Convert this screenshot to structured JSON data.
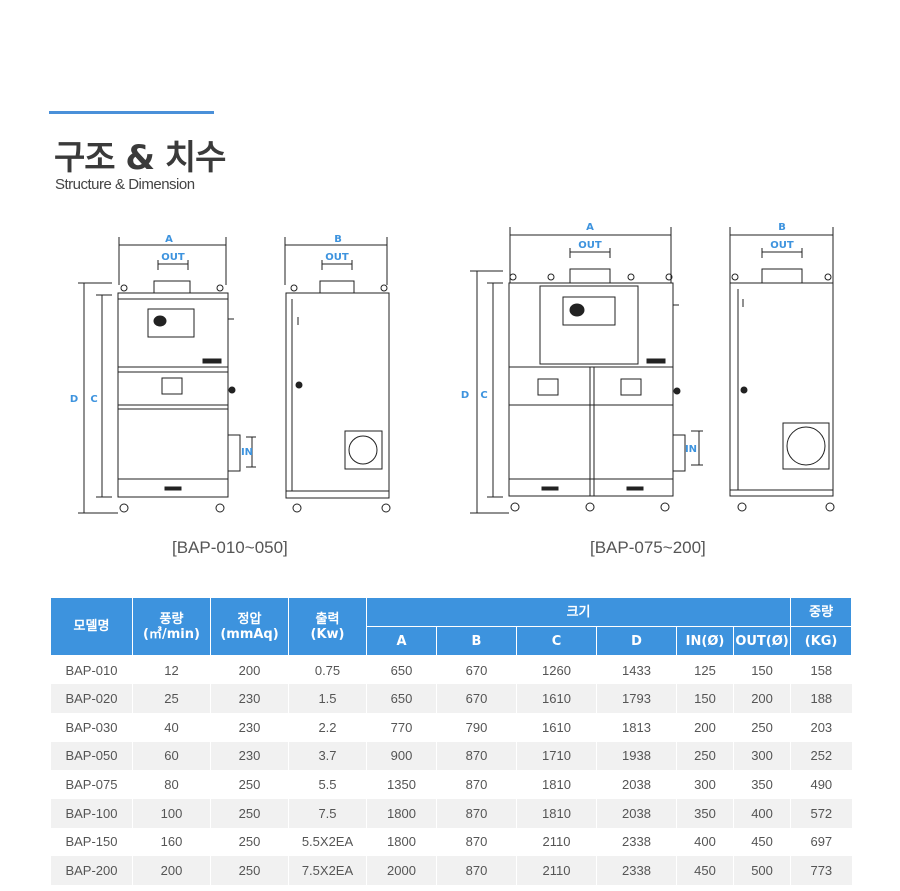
{
  "section": {
    "title_ko": "구조 & 치수",
    "title_en": "Structure & Dimension"
  },
  "diagrams": [
    {
      "caption": "[BAP-010~050]",
      "labels": {
        "a": "A",
        "b": "B",
        "c": "C",
        "d": "D",
        "out": "OUT",
        "in": "IN"
      }
    },
    {
      "caption": "[BAP-075~200]",
      "labels": {
        "a": "A",
        "b": "B",
        "c": "C",
        "d": "D",
        "out": "OUT",
        "in": "IN"
      }
    }
  ],
  "table": {
    "headers": {
      "model": "모델명",
      "flow": "풍량",
      "flow_unit": "(㎥/min)",
      "pressure": "정압",
      "pressure_unit": "(mmAq)",
      "power": "출력",
      "power_unit": "(Kw)",
      "size": "크기",
      "weight": "중량",
      "weight_unit": "(KG)",
      "size_cols": [
        "A",
        "B",
        "C",
        "D",
        "IN(Ø)",
        "OUT(Ø)"
      ]
    },
    "rows": [
      [
        "BAP-010",
        "12",
        "200",
        "0.75",
        "650",
        "670",
        "1260",
        "1433",
        "125",
        "150",
        "158"
      ],
      [
        "BAP-020",
        "25",
        "230",
        "1.5",
        "650",
        "670",
        "1610",
        "1793",
        "150",
        "200",
        "188"
      ],
      [
        "BAP-030",
        "40",
        "230",
        "2.2",
        "770",
        "790",
        "1610",
        "1813",
        "200",
        "250",
        "203"
      ],
      [
        "BAP-050",
        "60",
        "230",
        "3.7",
        "900",
        "870",
        "1710",
        "1938",
        "250",
        "300",
        "252"
      ],
      [
        "BAP-075",
        "80",
        "250",
        "5.5",
        "1350",
        "870",
        "1810",
        "2038",
        "300",
        "350",
        "490"
      ],
      [
        "BAP-100",
        "100",
        "250",
        "7.5",
        "1800",
        "870",
        "1810",
        "2038",
        "350",
        "400",
        "572"
      ],
      [
        "BAP-150",
        "160",
        "250",
        "5.5X2EA",
        "1800",
        "870",
        "2110",
        "2338",
        "400",
        "450",
        "697"
      ],
      [
        "BAP-200",
        "200",
        "250",
        "7.5X2EA",
        "2000",
        "870",
        "2110",
        "2338",
        "450",
        "500",
        "773"
      ]
    ]
  },
  "colors": {
    "accent": "#4a90d9",
    "header_bg": "#3d93de",
    "stripe": "#f1f1f1",
    "dimension_label": "#3d93de"
  }
}
